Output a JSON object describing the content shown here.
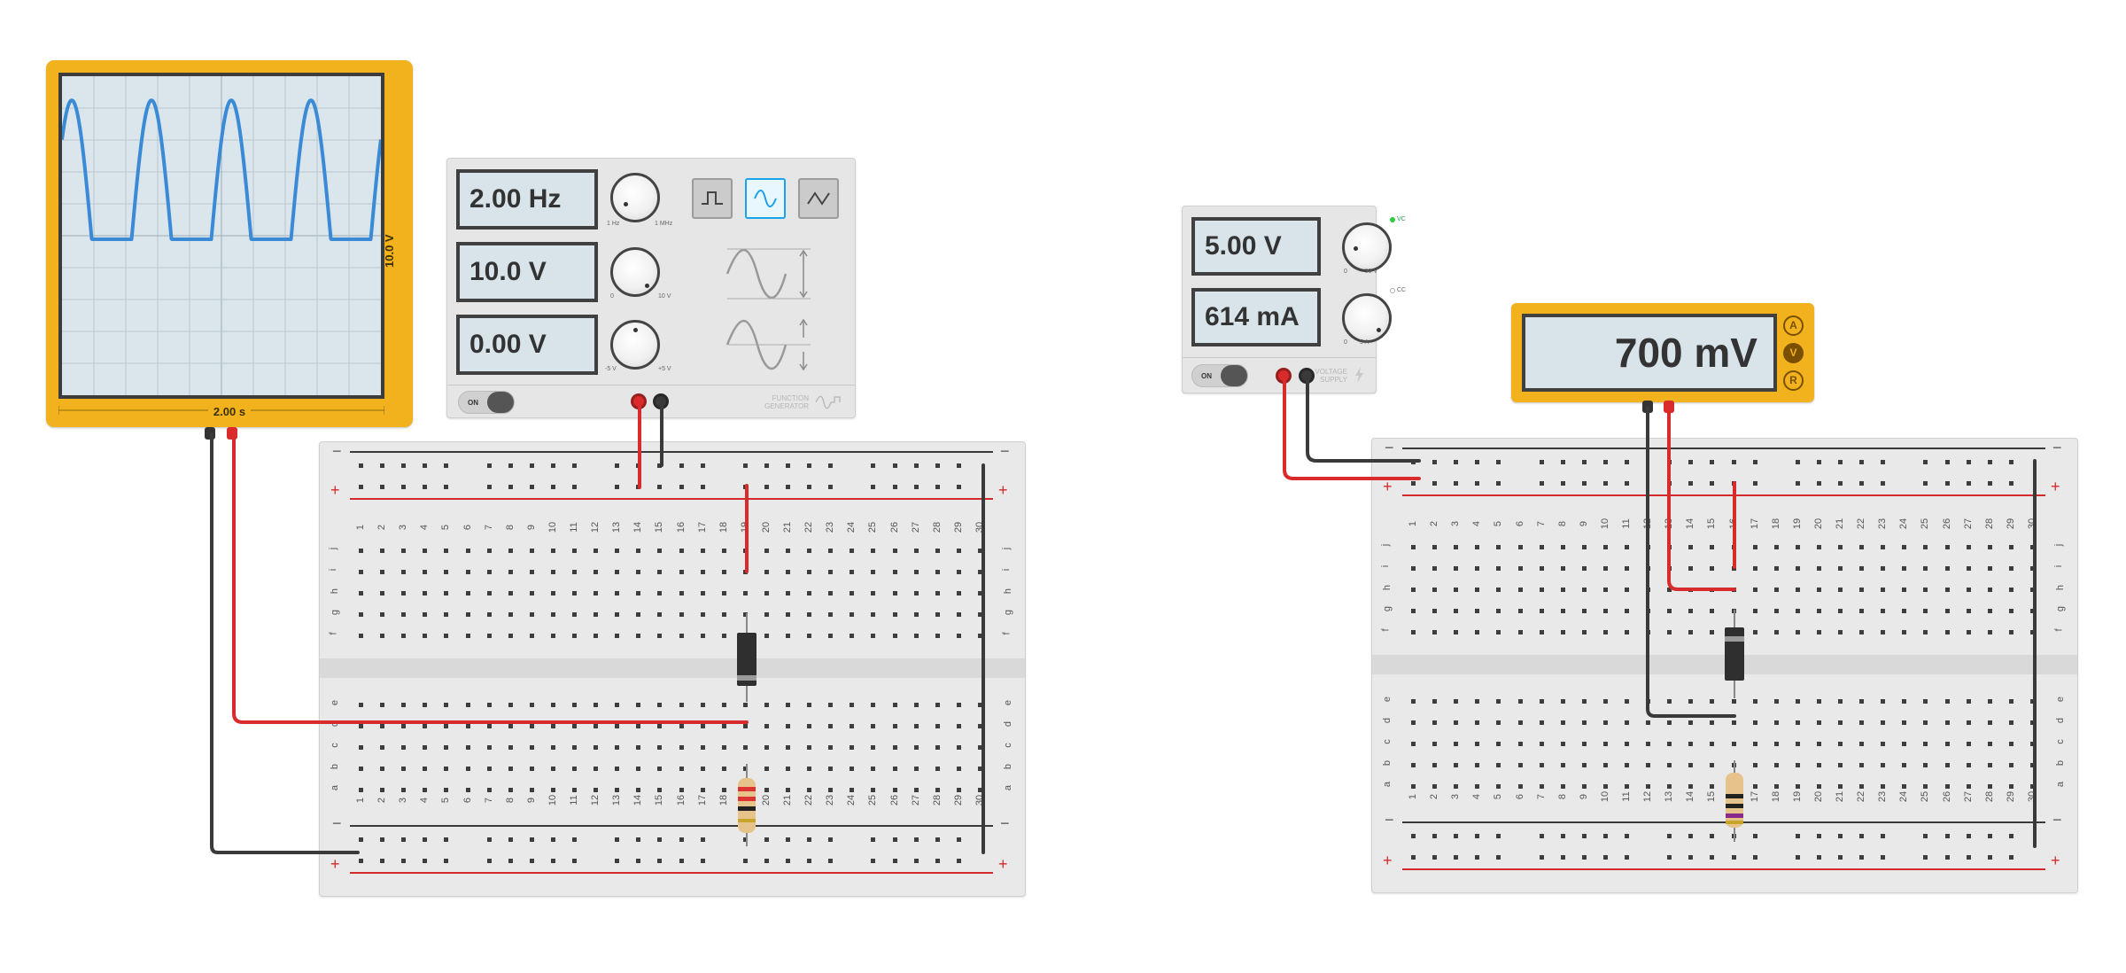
{
  "oscilloscope": {
    "volts_label": "10.0 V",
    "time_label": "2.00 s",
    "trace_color": "#3a8ad6",
    "body_color": "#f2b21d"
  },
  "function_generator": {
    "frequency": "2.00 Hz",
    "amplitude": "10.0 V",
    "dc_offset": "0.00 V",
    "freq_knob_min": "1 Hz",
    "freq_knob_max": "1 MHz",
    "amp_knob_min": "0",
    "amp_knob_max": "10 V",
    "offset_knob_min": "-5 V",
    "offset_knob_max": "+5 V",
    "waveforms": [
      "square-wave-icon",
      "sine-wave-icon",
      "triangle-wave-icon"
    ],
    "active_waveform": "sine",
    "power_label": "ON",
    "brand_line1": "FUNCTION",
    "brand_line2": "GENERATOR"
  },
  "power_supply": {
    "voltage": "5.00 V",
    "current": "614 mA",
    "volt_knob_min": "0",
    "volt_knob_max": "30 V",
    "curr_knob_min": "0",
    "curr_knob_max": "5 A",
    "cv_label": "VC",
    "cc_label": "CC",
    "power_label": "ON",
    "brand_line1": "VOLTAGE",
    "brand_line2": "SUPPLY"
  },
  "multimeter": {
    "reading": "700 mV",
    "modes": [
      "A",
      "V",
      "R"
    ],
    "active_mode": "V"
  },
  "breadboard": {
    "rows_top": [
      "j",
      "i",
      "h",
      "g",
      "f"
    ],
    "rows_bottom": [
      "e",
      "d",
      "c",
      "b",
      "a"
    ],
    "column_count": 30,
    "minus_label": "−",
    "plus_label": "+"
  },
  "colors": {
    "wire_red": "#d92b2b",
    "wire_black": "#3a3a3a",
    "accent_blue": "#1aa3e8"
  }
}
